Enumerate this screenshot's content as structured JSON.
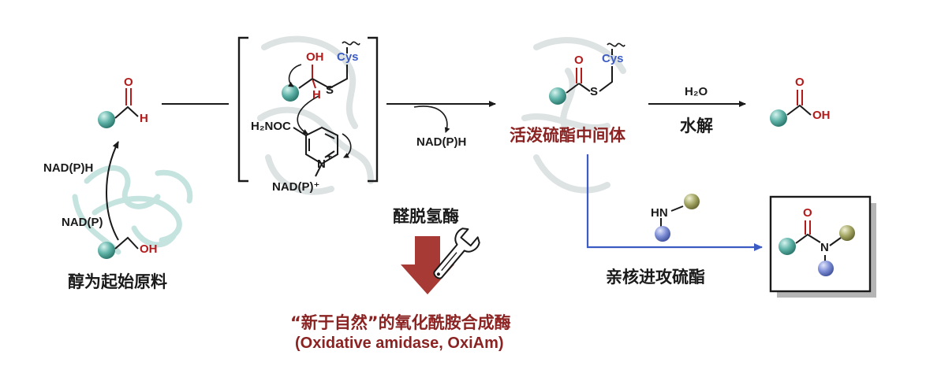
{
  "colors": {
    "teal_bead": "#5fb3a8",
    "olive_bead": "#a5a866",
    "blue_bead": "#7f8fd6",
    "carbonyl_red": "#b31b1b",
    "cys_blue": "#3c5cc4",
    "thioester_maroon": "#8b2323",
    "down_arrow": "#a83a35",
    "protein_shadow": "#d9dedf",
    "protein_teal": "#bfe0dc"
  },
  "left": {
    "start_label": "醇为起始原料",
    "nadph_label": "NAD(P)H",
    "nadp_label": "NAD(P)",
    "alcohol_oh": "OH",
    "aldehyde_o": "O",
    "aldehyde_h": "H"
  },
  "bracket": {
    "oh": "OH",
    "h": "H",
    "s": "S",
    "cys": "Cys",
    "h2noc": "H₂NOC",
    "n": "N",
    "plus": "+",
    "nadp_plus": "NAD(P)⁺"
  },
  "middle": {
    "released_nadph": "NAD(P)H",
    "enzyme_name": "醛脱氢酶",
    "final_line1": "“新于自然”的氧化酰胺合成酶",
    "final_line2": "(Oxidative amidase, OxiAm)"
  },
  "thioester": {
    "o": "O",
    "s": "S",
    "cys": "Cys",
    "label": "活泼硫酯中间体"
  },
  "hydrolysis": {
    "reagent": "H₂O",
    "label": "水解",
    "acid_o": "O",
    "acid_oh": "OH"
  },
  "amidation": {
    "amine_hn": "HN",
    "label": "亲核进攻硫酯",
    "amide_o": "O",
    "amide_n": "N"
  },
  "icons": [
    "wrench-icon",
    "down-arrow-icon",
    "sphere-icon",
    "protein-ribbon-icon"
  ]
}
